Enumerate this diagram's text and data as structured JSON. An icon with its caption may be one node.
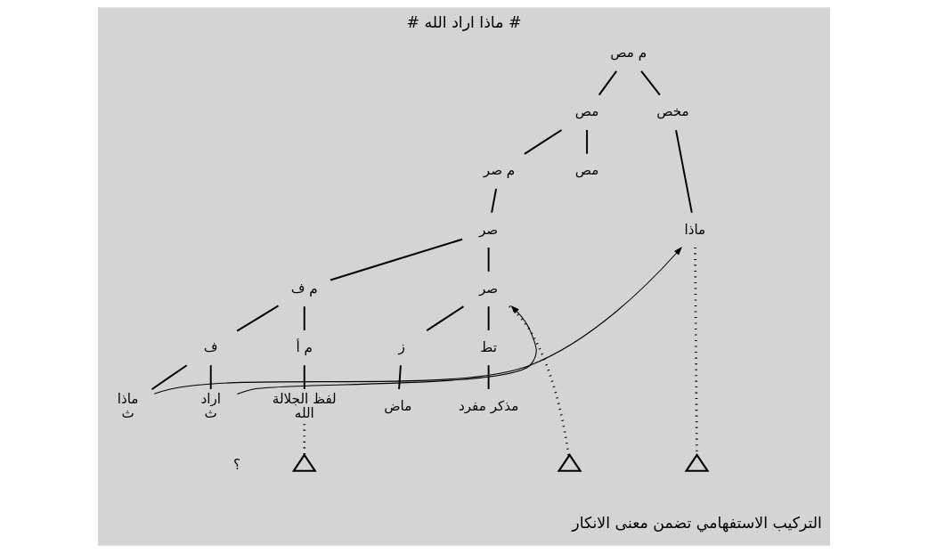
{
  "diagram": {
    "title": "# ماذا اراد الله #",
    "caption": "التركيب الاستفهامي تضمن معنى الانكار",
    "nodes": [
      {
        "text": [
          "م مص"
        ]
      },
      {
        "text": [
          "مص"
        ]
      },
      {
        "text": [
          "مخص"
        ]
      },
      {
        "text": [
          "م صر"
        ]
      },
      {
        "text": [
          "مص"
        ]
      },
      {
        "text": [
          "ماذا"
        ]
      },
      {
        "text": [
          "صر"
        ]
      },
      {
        "text": [
          "م ف"
        ]
      },
      {
        "text": [
          "صر"
        ]
      },
      {
        "text": [
          "ف"
        ]
      },
      {
        "text": [
          "م أ"
        ]
      },
      {
        "text": [
          "ز"
        ]
      },
      {
        "text": [
          "تط"
        ]
      },
      {
        "text": [
          "ماذا",
          "ث"
        ]
      },
      {
        "text": [
          "اراد",
          "ث"
        ]
      },
      {
        "text": [
          "لفظ الجلالة",
          "الله"
        ]
      },
      {
        "text": [
          "ماض"
        ]
      },
      {
        "text": [
          "مذكر مفرد"
        ]
      },
      {
        "text": [],
        "shape": "triangle",
        "beside": [
          "؟"
        ]
      },
      {
        "text": [],
        "shape": "triangle"
      },
      {
        "text": [],
        "shape": "triangle"
      }
    ],
    "edges": [
      {
        "from": 0,
        "to": 1,
        "arrow": "none"
      },
      {
        "from": 0,
        "to": 2,
        "arrow": "none"
      },
      {
        "from": 1,
        "to": 3,
        "arrow": "none"
      },
      {
        "from": 1,
        "to": 4,
        "arrow": "none"
      },
      {
        "from": 2,
        "to": 5,
        "arrow": "none"
      },
      {
        "from": 3,
        "to": 6,
        "arrow": "none"
      },
      {
        "from": 6,
        "to": 7,
        "arrow": "none"
      },
      {
        "from": 6,
        "to": 8,
        "arrow": "none"
      },
      {
        "from": 7,
        "to": 9,
        "arrow": "none"
      },
      {
        "from": 7,
        "to": 10,
        "arrow": "none"
      },
      {
        "from": 9,
        "to": 13,
        "arrow": "none"
      },
      {
        "from": 9,
        "to": 14,
        "arrow": "none"
      },
      {
        "from": 10,
        "to": 15,
        "arrow": "none"
      },
      {
        "from": 8,
        "to": 11,
        "arrow": "none"
      },
      {
        "from": 8,
        "to": 12,
        "arrow": "none"
      },
      {
        "from": 11,
        "to": 16,
        "arrow": "none"
      },
      {
        "from": 12,
        "to": 17,
        "arrow": "none"
      },
      {
        "from": 15,
        "to": 18,
        "arrow": "none",
        "style": "dashed"
      },
      {
        "from": 8,
        "to": 19,
        "arrow": "none",
        "style": "dashed"
      },
      {
        "from": 5,
        "to": 20,
        "arrow": "none",
        "style": "dashed"
      },
      {
        "from": 14,
        "to": 8,
        "arrow": "to"
      },
      {
        "from": 13,
        "to": 5,
        "arrow": "to"
      }
    ]
  }
}
